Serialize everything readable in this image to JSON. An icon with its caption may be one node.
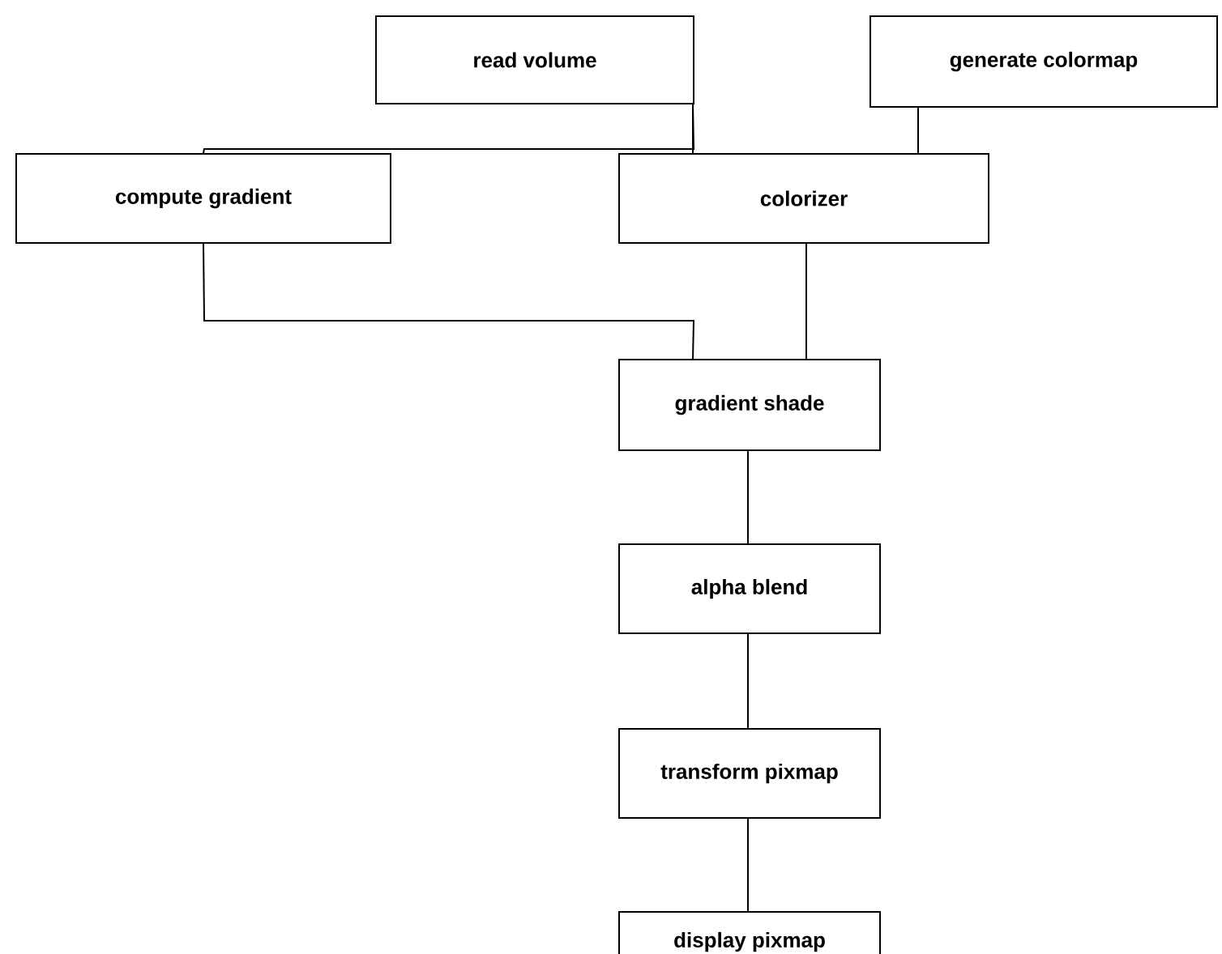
{
  "diagram": {
    "nodes": [
      {
        "text": [
          "read volume"
        ]
      },
      {
        "text": [
          "generate colormap"
        ]
      },
      {
        "text": [
          "compute gradient"
        ]
      },
      {
        "text": [
          "colorizer"
        ]
      },
      {
        "text": [
          "gradient shade"
        ]
      },
      {
        "text": [
          "alpha blend"
        ]
      },
      {
        "text": [
          "transform pixmap"
        ]
      },
      {
        "text": [
          "display pixmap"
        ]
      }
    ],
    "edges": [
      {
        "from": 0,
        "to": 3,
        "arrow": "none"
      },
      {
        "from": 0,
        "to": 2,
        "arrow": "none"
      },
      {
        "from": 1,
        "to": 3,
        "arrow": "none"
      },
      {
        "from": 2,
        "to": 4,
        "arrow": "none"
      },
      {
        "from": 3,
        "to": 4,
        "arrow": "none"
      },
      {
        "from": 4,
        "to": 5,
        "arrow": "none"
      },
      {
        "from": 5,
        "to": 6,
        "arrow": "none"
      },
      {
        "from": 6,
        "to": 7,
        "arrow": "none"
      }
    ]
  }
}
